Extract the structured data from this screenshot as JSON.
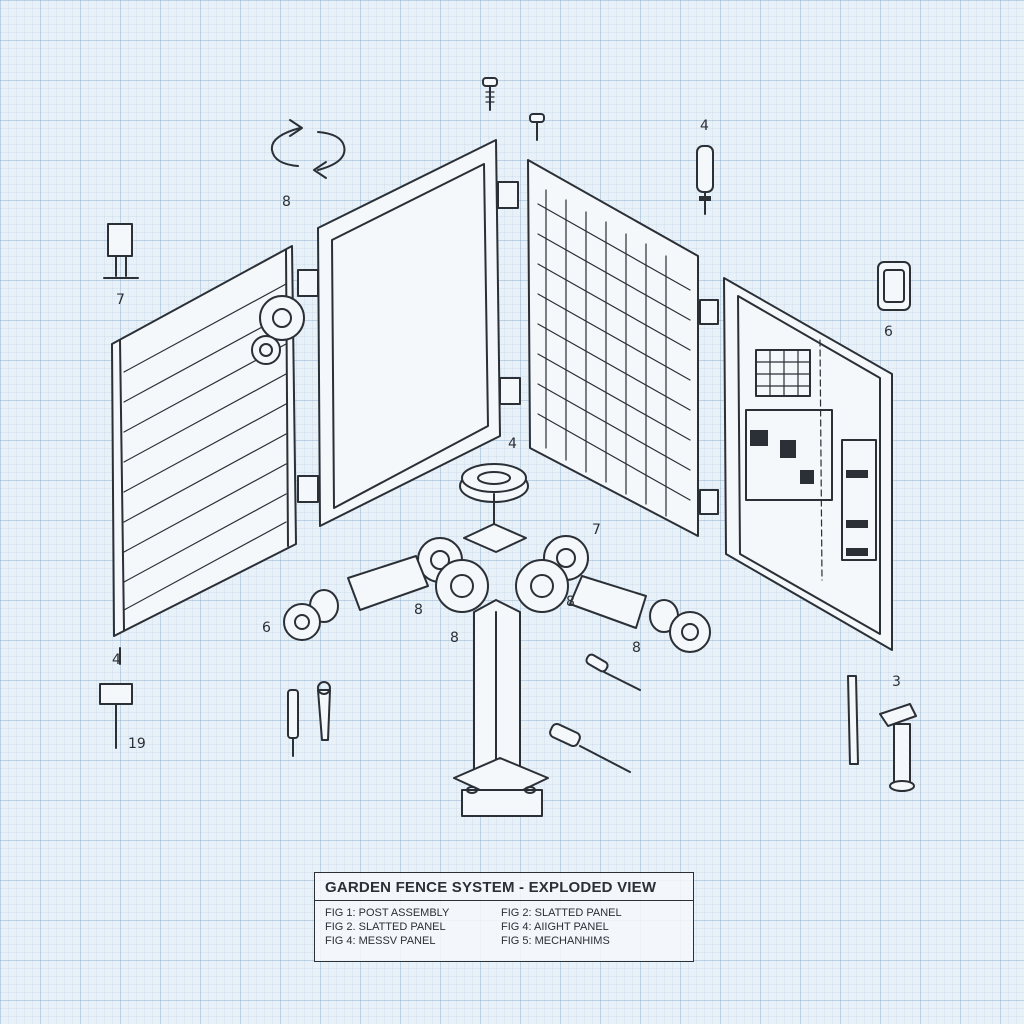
{
  "title_block": {
    "title": "GARDEN FENCE SYSTEM - EXPLODED VIEW",
    "legend": [
      "FIG 1: POST ASSEMBLY",
      "FIG 2: SLATTED PANEL",
      "FIG 2. SLATTED PANEL",
      "FIG 4: AIIGHT PANEL",
      "FIG 4: MESSV PANEL",
      "FIG 5: MECHANHIMS"
    ]
  },
  "callouts": {
    "c1": "8",
    "c2": "4",
    "c3": "7",
    "c4": "6",
    "c5": "4",
    "c6": "7",
    "c7": "6",
    "c8": "8",
    "c9": "8",
    "c10": "8",
    "c11": "8",
    "c12": "4",
    "c13": "19",
    "c14": "3"
  }
}
